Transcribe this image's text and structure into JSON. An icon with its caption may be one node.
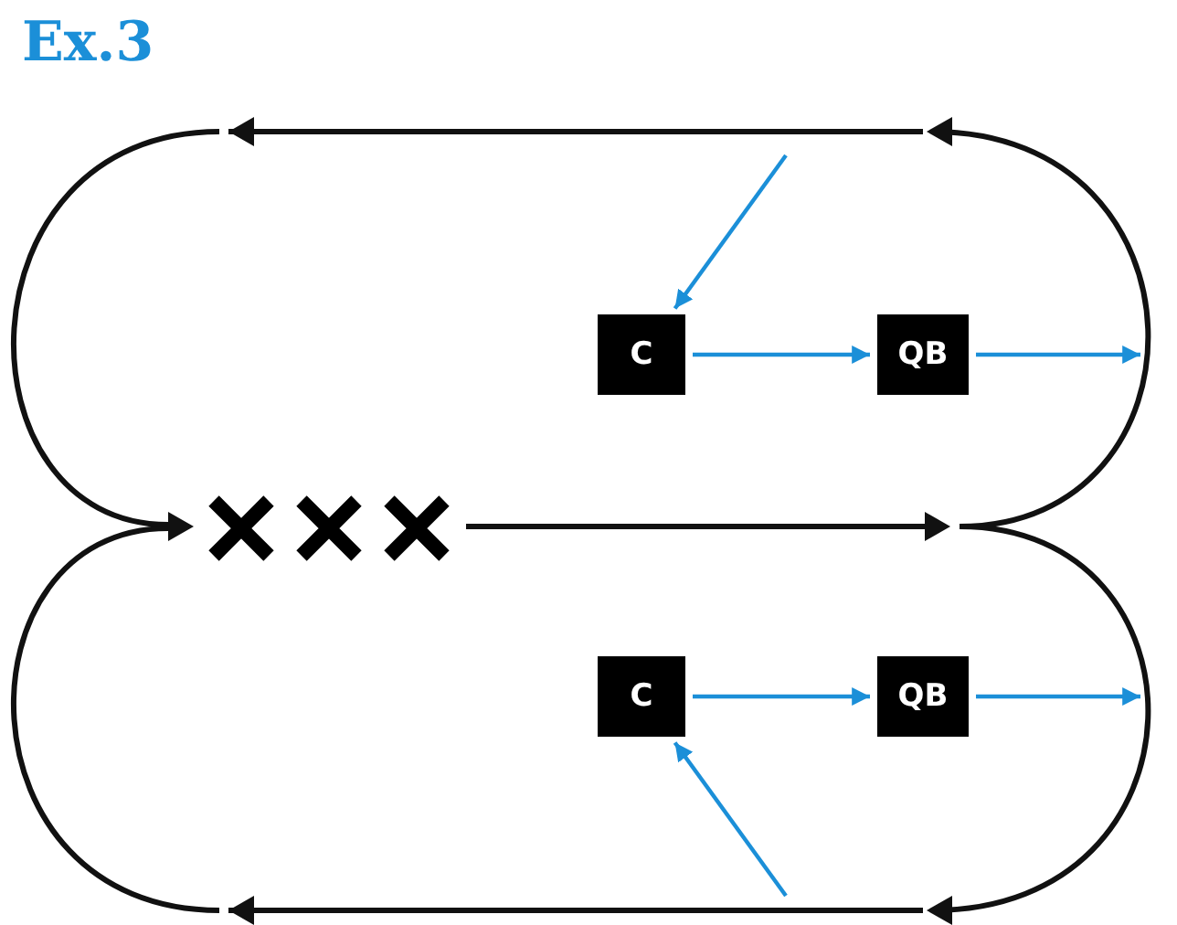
{
  "diagram": {
    "title": "Ex.3",
    "nodes": [
      {
        "text": [
          "C"
        ]
      },
      {
        "text": [
          "QB"
        ]
      },
      {
        "text": [
          "C"
        ]
      },
      {
        "text": [
          "QB"
        ]
      }
    ],
    "edges": [
      {
        "from": null,
        "to": 0,
        "arrow": "to"
      },
      {
        "from": 0,
        "to": 1,
        "arrow": "to"
      },
      {
        "from": 1,
        "to": null,
        "arrow": "to"
      },
      {
        "from": 2,
        "to": 3,
        "arrow": "to"
      },
      {
        "from": 3,
        "to": null,
        "arrow": "to"
      },
      {
        "from": null,
        "to": 2,
        "arrow": "to"
      }
    ]
  }
}
